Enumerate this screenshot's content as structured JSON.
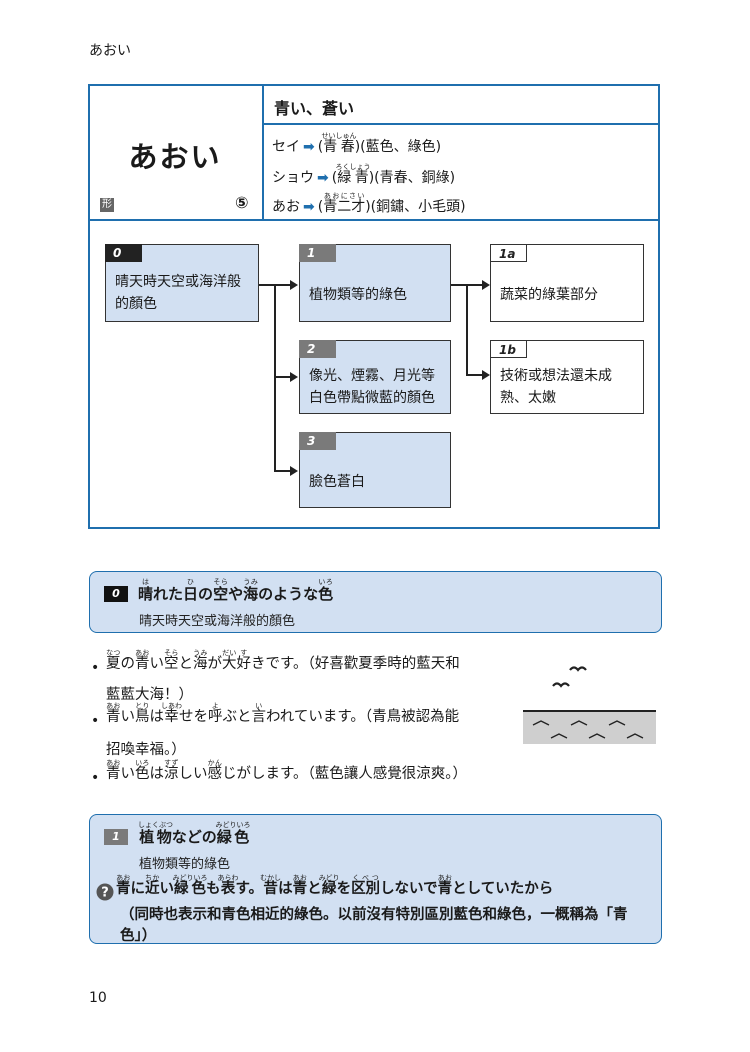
{
  "running_head": "あおい",
  "entry": {
    "headword": "あおい",
    "pos_badge": "形",
    "accent": "⑤",
    "kanji_forms": "青い、蒼い",
    "readings": [
      {
        "label": "セイ",
        "word_base": "青春",
        "word_ruby": "せいしゅん",
        "gloss": "(藍色、綠色)"
      },
      {
        "label": "ショウ",
        "word_base": "緑青",
        "word_ruby": "ろくしょう",
        "gloss": "(青春、銅綠)"
      },
      {
        "label": "あお",
        "word_base": "青二才",
        "word_ruby": "あおにさい",
        "gloss": "(銅鏽、小毛頭)"
      }
    ],
    "arrow": "➡"
  },
  "diagram": {
    "nodes": [
      {
        "tag": "0",
        "text1": "晴天時天空或海洋般",
        "text2": "的顏色"
      },
      {
        "tag": "1",
        "text1": "植物類等的綠色"
      },
      {
        "tag": "1a",
        "text1": "蔬菜的綠葉部分"
      },
      {
        "tag": "1b",
        "text1": "技術或想法還未成",
        "text2": "熟、太嫩"
      },
      {
        "tag": "2",
        "text1": "像光、煙霧、月光等",
        "text2": "白色帶點微藍的顏色"
      },
      {
        "tag": "3",
        "text1": "臉色蒼白"
      }
    ]
  },
  "sense0": {
    "tag": "0",
    "title_zh": "晴天時天空或海洋般的顏色",
    "examples": [
      {
        "line1_zh": "（好喜歡夏季時的藍天和",
        "line2": "藍藍大海！）"
      },
      {
        "line1_zh": "（青鳥被認為能",
        "line2": "招喚幸福。）"
      },
      {
        "line1_zh": "（藍色讓人感覺很涼爽。）"
      }
    ]
  },
  "sense1": {
    "tag": "1",
    "title_zh": "植物類等的綠色",
    "note_zh": "（同時也表示和青色相近的綠色。以前沒有特別區別藍色和綠色，一概稱為「青",
    "note_zh2": "色」）"
  },
  "page_number": "10",
  "colors": {
    "accent": "#1f6fae",
    "panel_fill": "#d2e0f2"
  }
}
